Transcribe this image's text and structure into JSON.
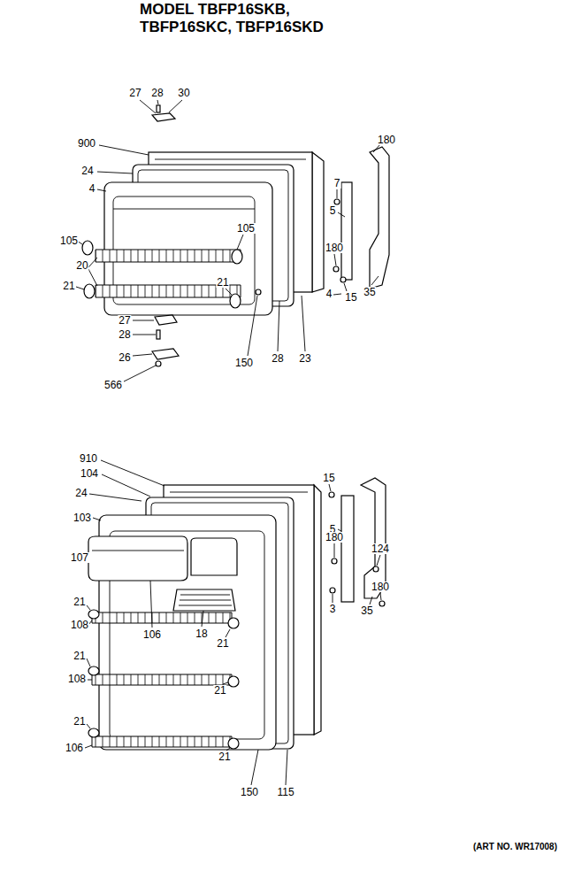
{
  "diagram": {
    "title": "MODEL TBFP16SKB, TBFP16SKC, TBFP16SKD",
    "caption": "(ART NO. WR17008)",
    "labels": [
      "27",
      "28",
      "30",
      "900",
      "180",
      "24",
      "4",
      "7",
      "5",
      "105",
      "105",
      "180",
      "20",
      "21",
      "21",
      "4",
      "15",
      "35",
      "27",
      "28",
      "26",
      "566",
      "150",
      "28",
      "23",
      "910",
      "104",
      "15",
      "24",
      "103",
      "5",
      "180",
      "124",
      "107",
      "180",
      "21",
      "3",
      "35",
      "108",
      "106",
      "18",
      "21",
      "21",
      "108",
      "21",
      "21",
      "106",
      "21",
      "150",
      "115"
    ]
  }
}
